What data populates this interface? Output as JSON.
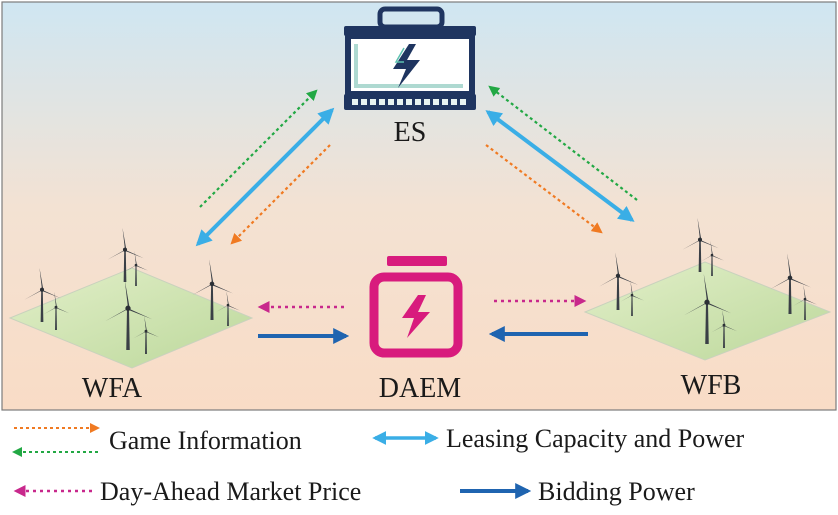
{
  "nodes": {
    "es": "ES",
    "daem": "DAEM",
    "wfa": "WFA",
    "wfb": "WFB"
  },
  "legend": {
    "game_information": "Game Information",
    "leasing_capacity_power": "Leasing Capacity and Power",
    "day_ahead_market_price": "Day-Ahead Market Price",
    "bidding_power": "Bidding Power"
  },
  "colors": {
    "game_info_orange": "#f07a22",
    "game_info_green": "#22a844",
    "leasing_blue": "#3aaee6",
    "market_price_magenta": "#c8288c",
    "bidding_blue": "#1f64b0",
    "battery_navy": "#1f3560",
    "daem_pink": "#d81b7d"
  },
  "icons": {
    "es": "battery-icon",
    "daem": "market-battery-icon",
    "farms": "wind-turbine-icon"
  }
}
